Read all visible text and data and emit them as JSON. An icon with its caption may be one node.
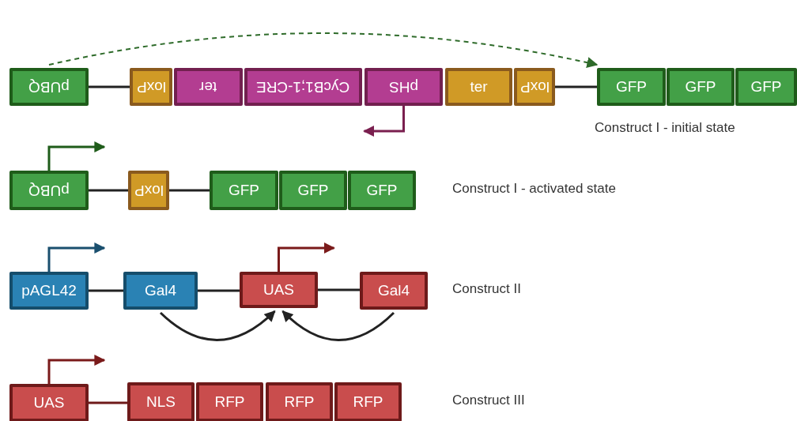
{
  "diagram": {
    "nodes": [
      {
        "text": [
          "pUBQ"
        ]
      },
      {
        "text": [
          "loxP"
        ]
      },
      {
        "text": [
          "ter"
        ]
      },
      {
        "text": [
          "CycB1;1-CRE"
        ]
      },
      {
        "text": [
          "pHS"
        ]
      },
      {
        "text": [
          "ter"
        ]
      },
      {
        "text": [
          "loxP"
        ]
      },
      {
        "text": [
          "GFP"
        ]
      },
      {
        "text": [
          "GFP"
        ]
      },
      {
        "text": [
          "GFP"
        ]
      },
      {
        "text": [
          "pUBQ"
        ]
      },
      {
        "text": [
          "loxP"
        ]
      },
      {
        "text": [
          "GFP"
        ]
      },
      {
        "text": [
          "GFP"
        ]
      },
      {
        "text": [
          "GFP"
        ]
      },
      {
        "text": [
          "pAGL42"
        ]
      },
      {
        "text": [
          "Gal4"
        ]
      },
      {
        "text": [
          "UAS"
        ]
      },
      {
        "text": [
          "Gal4"
        ]
      },
      {
        "text": [
          "UAS"
        ]
      },
      {
        "text": [
          "NLS"
        ]
      },
      {
        "text": [
          "RFP"
        ]
      },
      {
        "text": [
          "RFP"
        ]
      },
      {
        "text": [
          "RFP"
        ]
      }
    ],
    "edges": [
      {
        "from": 0,
        "to": 1,
        "arrow": "none"
      },
      {
        "from": 6,
        "to": 7,
        "arrow": "none"
      },
      {
        "from": 0,
        "to": 7,
        "arrow": "to",
        "style": "dashed",
        "color": "#2e6b2a"
      },
      {
        "from": 4,
        "to": null,
        "arrow": "to",
        "color": "#7a1f4f"
      },
      {
        "from": 10,
        "to": null,
        "arrow": "to",
        "color": "#1f5c1a"
      },
      {
        "from": 10,
        "to": 11,
        "arrow": "none"
      },
      {
        "from": 11,
        "to": 12,
        "arrow": "none"
      },
      {
        "from": 15,
        "to": null,
        "arrow": "to",
        "color": "#1a4f6e"
      },
      {
        "from": 15,
        "to": 16,
        "arrow": "none"
      },
      {
        "from": 16,
        "to": 17,
        "arrow": "none"
      },
      {
        "from": 17,
        "to": 18,
        "arrow": "none"
      },
      {
        "from": 17,
        "to": null,
        "arrow": "to",
        "color": "#7a1a1a"
      },
      {
        "from": 16,
        "to": 17,
        "arrow": "to"
      },
      {
        "from": 18,
        "to": 17,
        "arrow": "to"
      },
      {
        "from": 19,
        "to": null,
        "arrow": "to",
        "color": "#7a1a1a"
      },
      {
        "from": 19,
        "to": 20,
        "arrow": "none",
        "color": "#6e1a1a"
      }
    ],
    "labels": [
      "Construct I - initial state",
      "Construct I - activated state",
      "Construct II",
      "Construct III"
    ]
  }
}
